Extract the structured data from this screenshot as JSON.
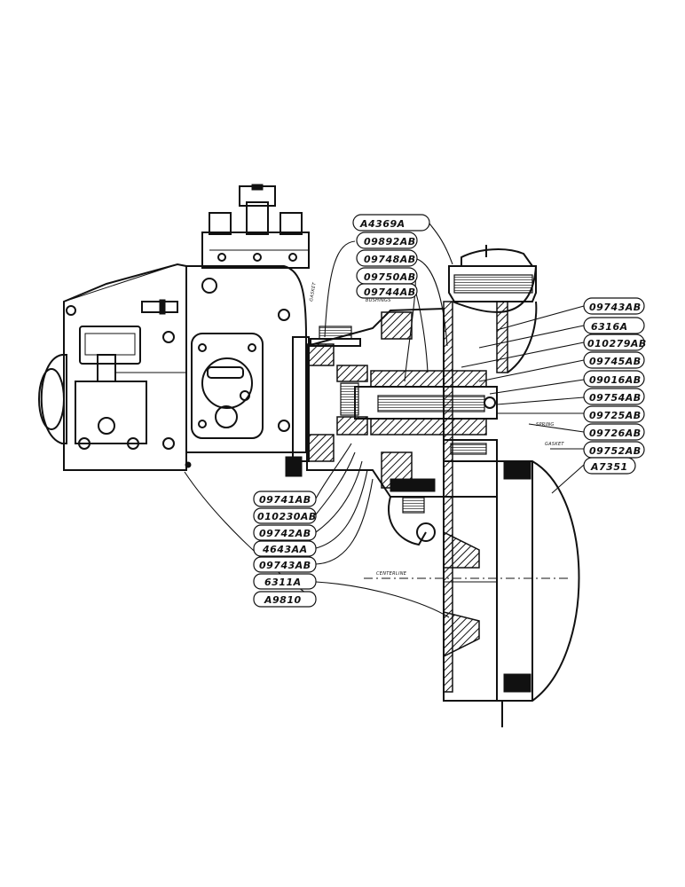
{
  "diagram": {
    "labels": [
      {
        "id": "A4369A",
        "text": "A4369A"
      },
      {
        "id": "09892AB",
        "text": "09892AB"
      },
      {
        "id": "09748AB",
        "text": "09748AB"
      },
      {
        "id": "09750AB",
        "text": "09750AB"
      },
      {
        "id": "09744AB",
        "text": "09744AB"
      },
      {
        "id": "09743AB_r",
        "text": "09743AB"
      },
      {
        "id": "6316A",
        "text": "6316A"
      },
      {
        "id": "010279AB",
        "text": "010279AB"
      },
      {
        "id": "09745AB",
        "text": "09745AB"
      },
      {
        "id": "09016AB",
        "text": "09016AB"
      },
      {
        "id": "09754AB",
        "text": "09754AB"
      },
      {
        "id": "09725AB",
        "text": "09725AB"
      },
      {
        "id": "09726AB",
        "text": "09726AB"
      },
      {
        "id": "09752AB",
        "text": "09752AB"
      },
      {
        "id": "A7351",
        "text": "A7351"
      },
      {
        "id": "09741AB",
        "text": "09741AB"
      },
      {
        "id": "010230AB",
        "text": "010230AB"
      },
      {
        "id": "09742AB",
        "text": "09742AB"
      },
      {
        "id": "4643AA",
        "text": "4643AA"
      },
      {
        "id": "09743AB_l",
        "text": "09743AB"
      },
      {
        "id": "6311A",
        "text": "6311A"
      },
      {
        "id": "A9810",
        "text": "A9810"
      }
    ],
    "notes": {
      "gasket_top": "GASKET",
      "bushings": "BUSHINGS",
      "spring": "SPRING",
      "gasket_right": "GASKET",
      "centerline": "CENTERLINE"
    }
  }
}
